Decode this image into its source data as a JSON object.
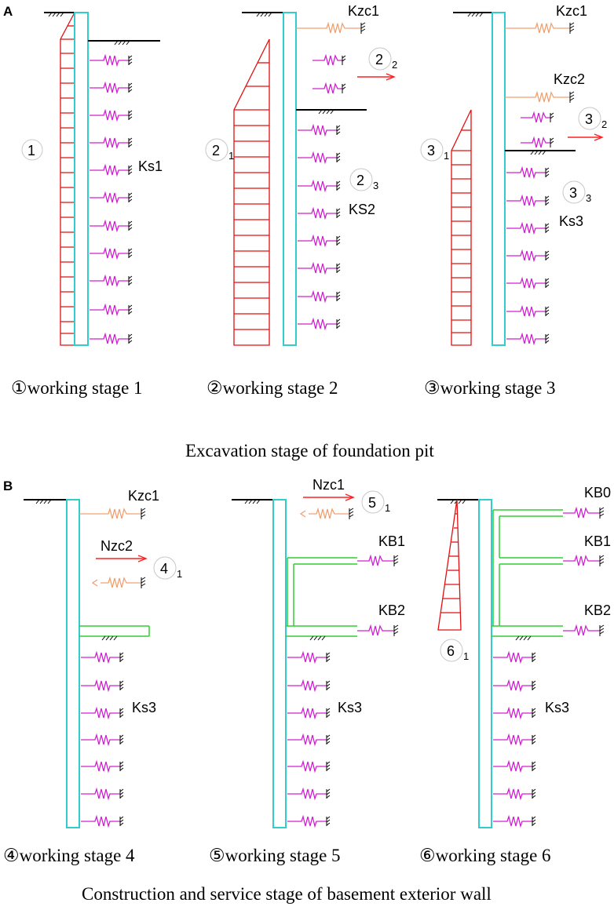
{
  "panels": {
    "a": "A",
    "b": "B"
  },
  "stages": [
    {
      "caption": "①working stage 1"
    },
    {
      "caption": "②working stage 2"
    },
    {
      "caption": "③working stage 3"
    },
    {
      "caption": "④working stage 4"
    },
    {
      "caption": "⑤working stage 5"
    },
    {
      "caption": "⑥working stage 6"
    }
  ],
  "section_titles": {
    "excavation": "Excavation stage of foundation pit",
    "service": "Construction and service stage of basement exterior wall"
  },
  "labels": {
    "ks1": "Ks1",
    "ks2": "KS2",
    "ks3": "Ks3",
    "kzc1": "Kzc1",
    "kzc2": "Kzc2",
    "nzc1": "Nzc1",
    "nzc2": "Nzc2",
    "kb0": "KB0",
    "kb1": "KB1",
    "kb2": "KB2"
  },
  "markers": [
    {
      "main": "1",
      "sub": ""
    },
    {
      "main": "2",
      "sub": "1"
    },
    {
      "main": "2",
      "sub": "2"
    },
    {
      "main": "2",
      "sub": "3"
    },
    {
      "main": "3",
      "sub": "1"
    },
    {
      "main": "3",
      "sub": "2"
    },
    {
      "main": "3",
      "sub": "3"
    },
    {
      "main": "4",
      "sub": "1"
    },
    {
      "main": "5",
      "sub": "1"
    },
    {
      "main": "6",
      "sub": "1"
    }
  ],
  "colors": {
    "wall": "#33cccc",
    "soil_pressure": "#e01010",
    "soil_spring": "#d020d0",
    "strut_spring": "#f0a070",
    "slab": "#33cc33",
    "arrow": "#ff2020",
    "ground": "#000000"
  }
}
